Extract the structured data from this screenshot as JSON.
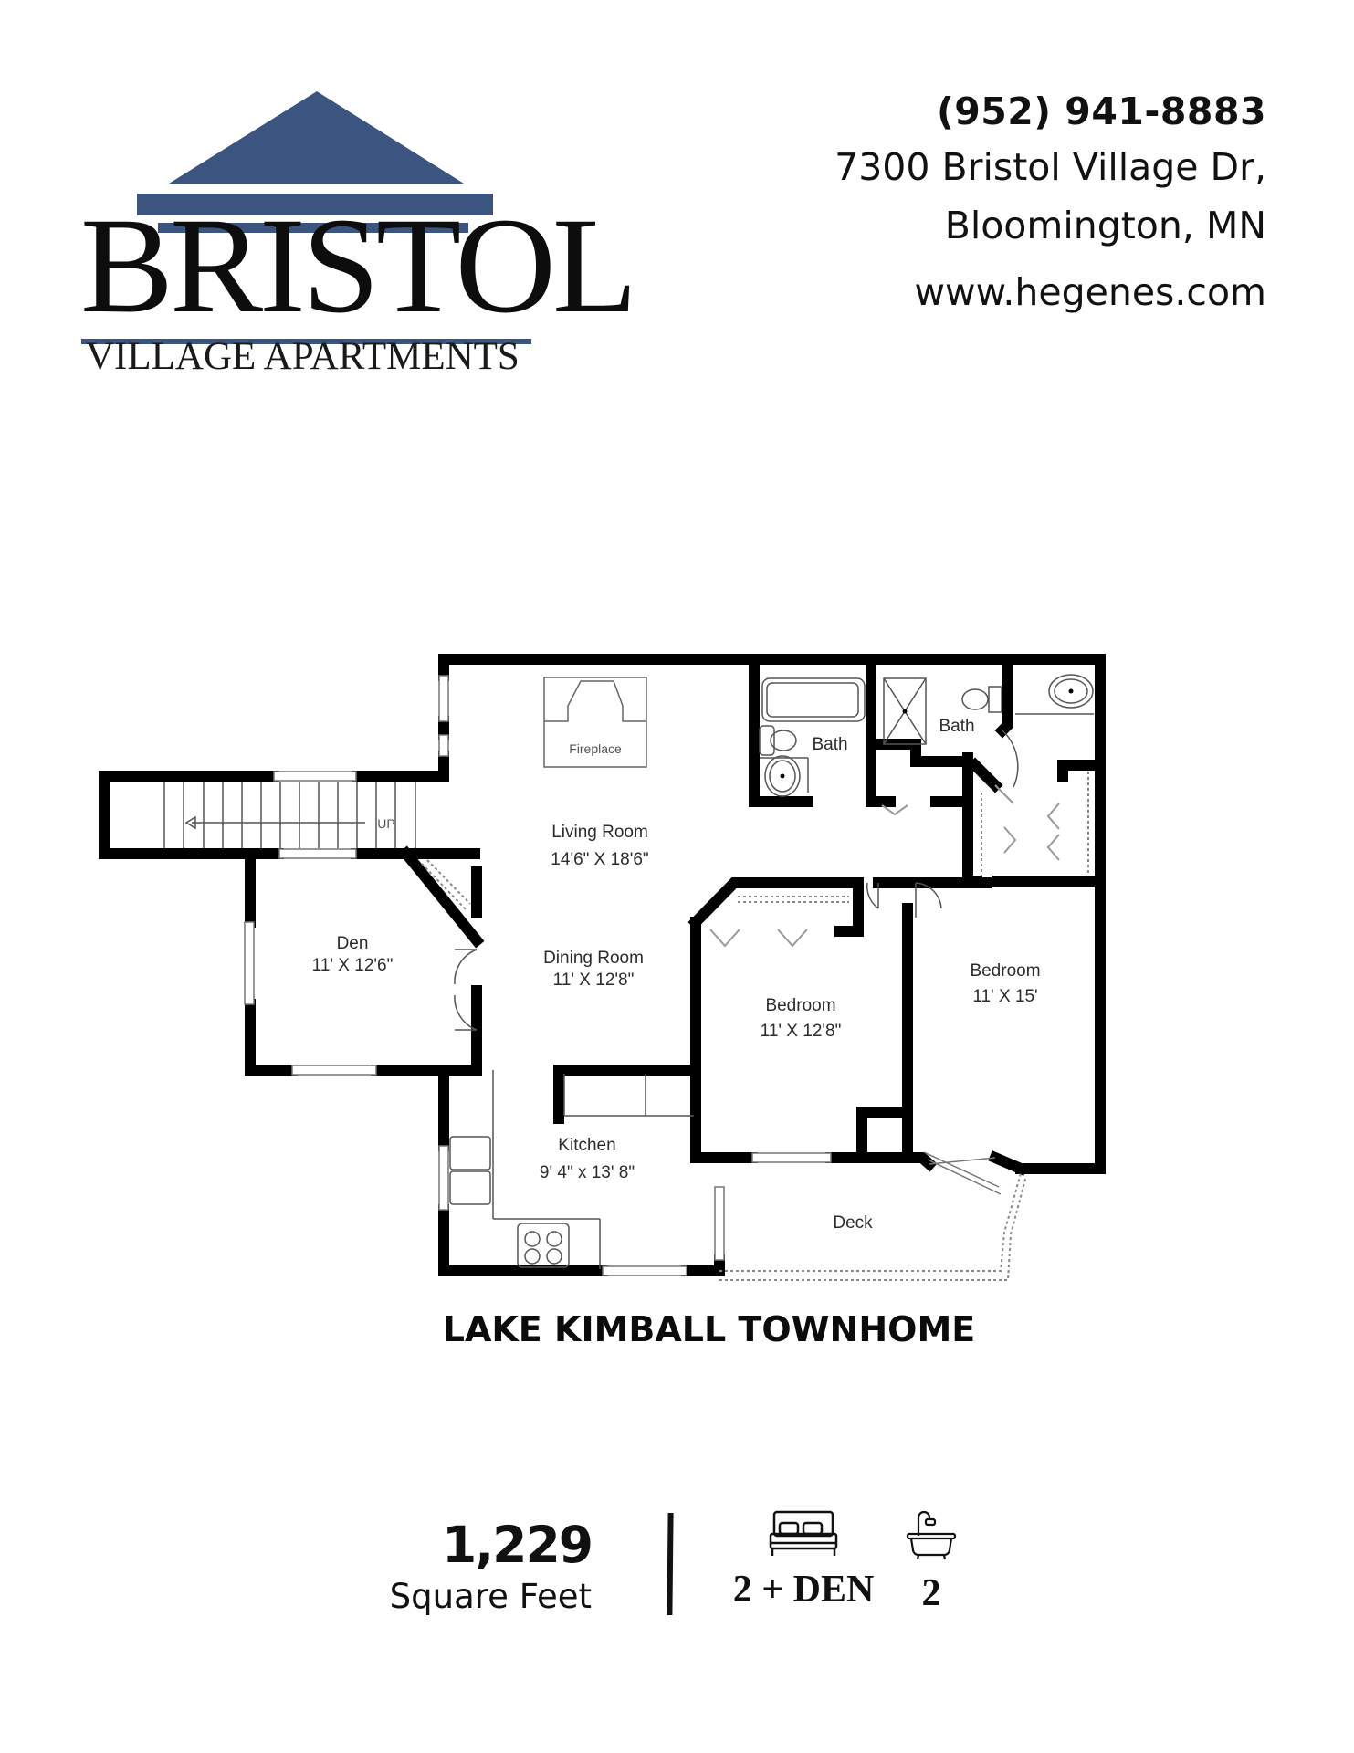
{
  "brand": {
    "name": "BRISTOL",
    "subtitle": "VILLAGE APARTMENTS",
    "accent_color": "#3b5580",
    "text_color": "#0d0d0d"
  },
  "contact": {
    "phone": "(952) 941-8883",
    "address_line1": "7300 Bristol Village Dr,",
    "address_line2": "Bloomington, MN",
    "website": "www.hegenes.com"
  },
  "floor_plan": {
    "name": "LAKE KIMBALL TOWNHOME",
    "stairs_label": "UP",
    "fixtures": {
      "fireplace": "Fireplace"
    },
    "rooms": [
      {
        "id": "living-room",
        "name": "Living Room",
        "dimensions": "14'6\" X 18'6\""
      },
      {
        "id": "dining-room",
        "name": "Dining Room",
        "dimensions": "11' X 12'8\""
      },
      {
        "id": "den",
        "name": "Den",
        "dimensions": "11' X 12'6\""
      },
      {
        "id": "kitchen",
        "name": "Kitchen",
        "dimensions": "9' 4\" x 13' 8\""
      },
      {
        "id": "bedroom-1",
        "name": "Bedroom",
        "dimensions": "11' X 12'8\""
      },
      {
        "id": "bedroom-2",
        "name": "Bedroom",
        "dimensions": "11' X 15'"
      },
      {
        "id": "bath-1",
        "name": "Bath",
        "dimensions": ""
      },
      {
        "id": "bath-2",
        "name": "Bath",
        "dimensions": ""
      },
      {
        "id": "deck",
        "name": "Deck",
        "dimensions": ""
      }
    ]
  },
  "stats": {
    "square_feet": "1,229",
    "square_feet_label": "Square Feet",
    "bedrooms": "2 + DEN",
    "bedrooms_icon": "bed-icon",
    "bathrooms": "2",
    "bathrooms_icon": "bathtub-icon"
  }
}
